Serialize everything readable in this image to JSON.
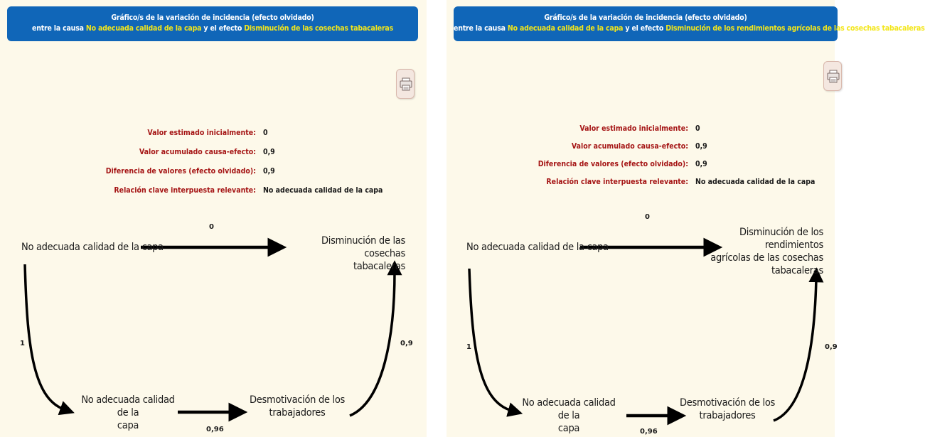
{
  "panels": [
    {
      "header": {
        "line1": "Gráfico/s de la variación de incidencia (efecto olvidado)",
        "line2_prefix": "entre la causa ",
        "cause": "No adecuada calidad de la capa",
        "line2_mid": " y el efecto ",
        "effect": "Disminución de las cosechas tabacaleras"
      },
      "print_button": {
        "icon": "printer-icon"
      },
      "info": [
        {
          "label": "Valor estimado inicialmente:",
          "value": "0"
        },
        {
          "label": "Valor acumulado causa-efecto:",
          "value": "0,9"
        },
        {
          "label": "Diferencia de valores (efecto olvidado):",
          "value": "0,9"
        },
        {
          "label": "Relación clave interpuesta relevante:",
          "value": "No adecuada calidad de la capa"
        }
      ],
      "diagram": {
        "cause_node": "No adecuada calidad de la capa",
        "effect_node_line1": "Disminución de las cosechas",
        "effect_node_line2": "tabacaleras",
        "intermediate_1_line1": "No adecuada calidad de la",
        "intermediate_1_line2": "capa",
        "intermediate_2_line1": "Desmotivación de los",
        "intermediate_2_line2": "trabajadores",
        "direct_value": "0",
        "cause_to_intermediate_value": "1",
        "intermediate_link_value": "0,96",
        "intermediate_to_effect_value": "0,9"
      }
    },
    {
      "header": {
        "line1": "Gráfico/s de la variación de incidencia (efecto olvidado)",
        "line2_prefix": "entre la causa ",
        "cause": "No adecuada calidad de la capa",
        "line2_mid": " y el efecto ",
        "effect": "Disminución de los rendimientos agrícolas de las cosechas tabacaleras"
      },
      "print_button": {
        "icon": "printer-icon"
      },
      "info": [
        {
          "label": "Valor estimado inicialmente:",
          "value": "0"
        },
        {
          "label": "Valor acumulado causa-efecto:",
          "value": "0,9"
        },
        {
          "label": "Diferencia de valores (efecto olvidado):",
          "value": "0,9"
        },
        {
          "label": "Relación clave interpuesta relevante:",
          "value": "No adecuada calidad de la capa"
        }
      ],
      "diagram": {
        "cause_node": "No adecuada calidad de la capa",
        "effect_node_line1": "Disminución de los rendimientos",
        "effect_node_line2": "agrícolas de las cosechas",
        "effect_node_line3": "tabacaleras",
        "intermediate_1_line1": "No adecuada calidad de la",
        "intermediate_1_line2": "capa",
        "intermediate_2_line1": "Desmotivación de los",
        "intermediate_2_line2": "trabajadores",
        "direct_value": "0",
        "cause_to_intermediate_value": "1",
        "intermediate_link_value": "0,96",
        "intermediate_to_effect_value": "0,9"
      }
    }
  ],
  "colors": {
    "header_bg": "#1066b8",
    "header_highlight": "#f3e61a",
    "panel_bg": "#fdf9ea",
    "label_red": "#a51515",
    "arrow": "#000000"
  }
}
